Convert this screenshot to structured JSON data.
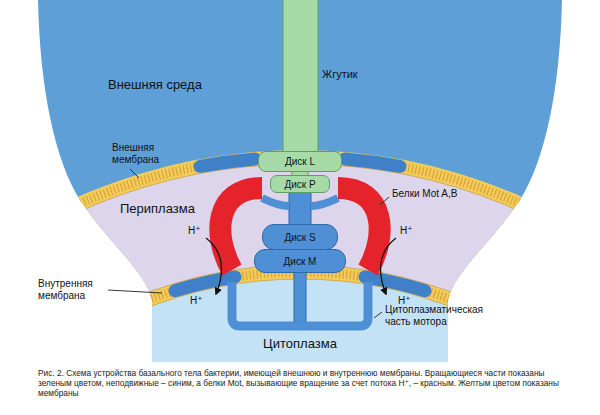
{
  "diagram": {
    "caption": "Рис. 2. Схема устройства базального тела бактерии, имеющей внешнюю и внутреннюю мембраны. Вращающиеся части показаны зеленым цветом, неподвижные – синим, а белки Mot, вызывающие вращение за счет потока H⁺, – красным. Желтым цветом показаны мембраны",
    "nodes": [
      {
        "text": [
          "Диск L"
        ]
      },
      {
        "text": [
          "Диск P"
        ]
      },
      {
        "text": [
          "Диск S"
        ]
      },
      {
        "text": [
          "Диск M"
        ]
      }
    ],
    "labels": [
      "Внешняя среда",
      "Жгутик",
      "Внешняя мембрана",
      "Периплазма",
      "Белки Mot A,B",
      "H⁺",
      "H⁺",
      "H⁺",
      "H⁺",
      "Внутренняя мембрана",
      "Цитоплазматическая часть мотора",
      "Цитоплазма"
    ]
  }
}
